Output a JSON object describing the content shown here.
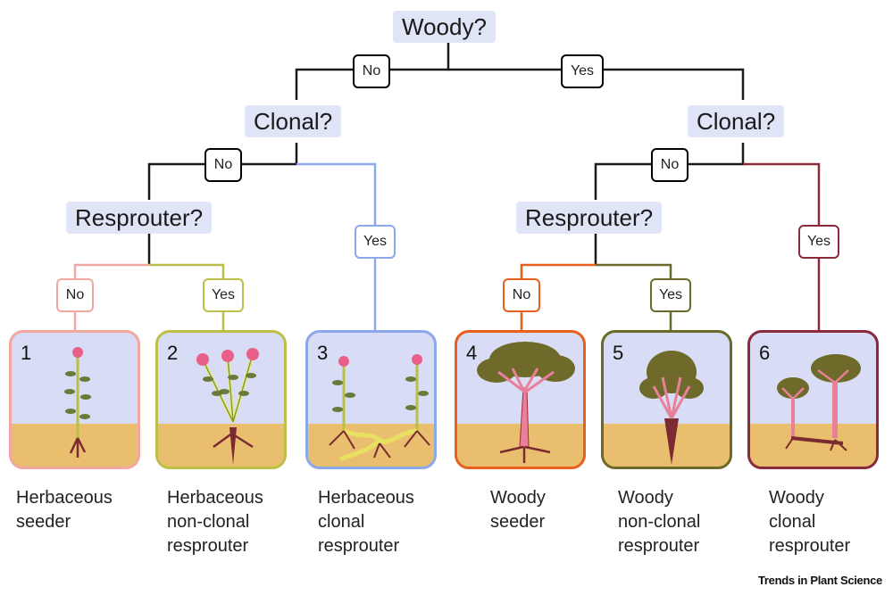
{
  "questions": {
    "woody": "Woody?",
    "clonal_left": "Clonal?",
    "clonal_right": "Clonal?",
    "resprouter_left": "Resprouter?",
    "resprouter_right": "Resprouter?"
  },
  "answers": {
    "no": "No",
    "yes": "Yes"
  },
  "colors": {
    "tree_black": "#1a1a1a",
    "panel1": "#f0a8a0",
    "panel2": "#bcc04a",
    "panel3": "#8aa8ea",
    "panel4": "#e8601e",
    "panel5": "#6a6a2a",
    "panel6": "#8a2a3a",
    "sky": "#d8dcf5",
    "soil": "#e9bf6f"
  },
  "panels": [
    {
      "number": "1",
      "caption": [
        "Herbaceous",
        "seeder"
      ]
    },
    {
      "number": "2",
      "caption": [
        "Herbaceous",
        "non-clonal",
        "resprouter"
      ]
    },
    {
      "number": "3",
      "caption": [
        "Herbaceous",
        "clonal",
        "resprouter"
      ]
    },
    {
      "number": "4",
      "caption": [
        "Woody",
        "seeder"
      ]
    },
    {
      "number": "5",
      "caption": [
        "Woody",
        "non-clonal",
        "resprouter"
      ]
    },
    {
      "number": "6",
      "caption": [
        "Woody",
        "clonal",
        "resprouter"
      ]
    }
  ],
  "footer": {
    "brand": "Trends in Plant Science"
  }
}
